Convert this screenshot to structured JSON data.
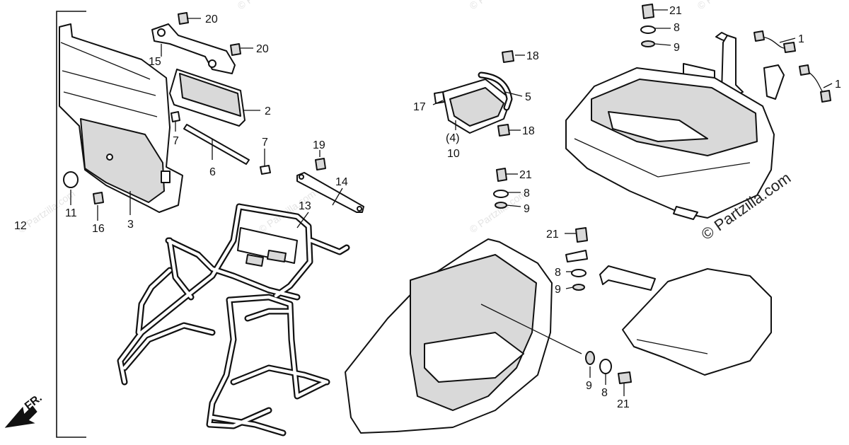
{
  "diagram": {
    "callouts": {
      "c1a": "1",
      "c1b": "1",
      "c2": "2",
      "c3": "3",
      "c4": "(4)",
      "c5": "5",
      "c6": "6",
      "c7a": "7",
      "c7b": "7",
      "c8a": "8",
      "c8b": "8",
      "c8c": "8",
      "c8d": "8",
      "c9a": "9",
      "c9b": "9",
      "c9c": "9",
      "c9d": "9",
      "c10": "10",
      "c11": "11",
      "c12": "12",
      "c13": "13",
      "c14": "14",
      "c15": "15",
      "c16": "16",
      "c17": "17",
      "c18a": "18",
      "c18b": "18",
      "c19": "19",
      "c20a": "20",
      "c20b": "20",
      "c21a": "21",
      "c21b": "21",
      "c21c": "21",
      "c21d": "21"
    },
    "direction_label": "FR.",
    "watermark": "© Partzilla.com"
  }
}
